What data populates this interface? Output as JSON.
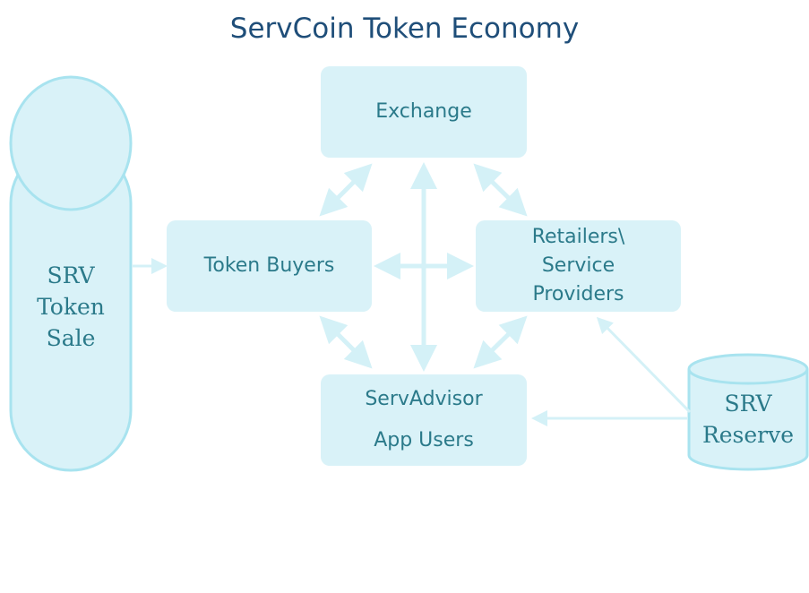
{
  "title": "ServCoin Token Economy",
  "nodes": {
    "exchange": "Exchange",
    "token_buyers": "Token Buyers",
    "retailers": [
      "Retailers\\",
      "Service",
      "Providers"
    ],
    "servadvisor": [
      "ServAdvisor",
      "App Users"
    ],
    "srv_token_sale": [
      "SRV",
      "Token",
      "Sale"
    ],
    "srv_reserve": [
      "SRV",
      "Reserve"
    ]
  },
  "colors": {
    "box_fill": "#d9f2f8",
    "cylinder_stroke": "#a8e3ef",
    "arrow": "#d4f1f7",
    "text": "#2b7a8a",
    "title": "#1f4e79"
  }
}
